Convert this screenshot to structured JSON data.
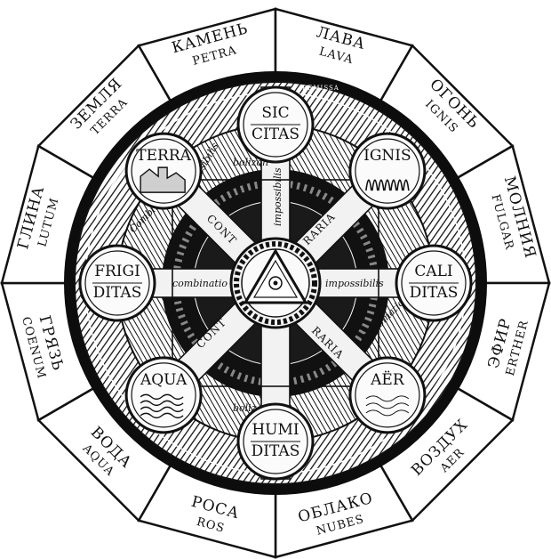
{
  "outer_segments": [
    {
      "id": "stone",
      "line1": "КАМЕНЬ",
      "line2": "PETRA"
    },
    {
      "id": "lava",
      "line1": "ЛАВА",
      "line2": "LAVA"
    },
    {
      "id": "fire",
      "line1": "ОГОНЬ",
      "line2": "IGNIS"
    },
    {
      "id": "lightning",
      "line1": "МОЛНИЯ",
      "line2": "FULGAR"
    },
    {
      "id": "ether",
      "line1": "ЭФИР",
      "line2": "ERTHER"
    },
    {
      "id": "air",
      "line1": "ВОЗДУХ",
      "line2": "AER"
    },
    {
      "id": "cloud",
      "line1": "ОБЛАКО",
      "line2": "NUBES"
    },
    {
      "id": "dew",
      "line1": "РОСА",
      "line2": "ROS"
    },
    {
      "id": "water",
      "line1": "ВОДА",
      "line2": "AQUA"
    },
    {
      "id": "mud",
      "line1": "ГРЯЗЬ",
      "line2": "COENUM"
    },
    {
      "id": "clay",
      "line1": "ГЛИНА",
      "line2": "LUTUM"
    },
    {
      "id": "earth",
      "line1": "ЗЕМЛЯ",
      "line2": "TERRA"
    }
  ],
  "medallions": [
    {
      "id": "sic",
      "line1": "SIC",
      "line2": "CITAS"
    },
    {
      "id": "ignis",
      "line1": "IGNIS",
      "line2": ""
    },
    {
      "id": "cali",
      "line1": "CALI",
      "line2": "DITAS"
    },
    {
      "id": "aer",
      "line1": "AËR",
      "line2": ""
    },
    {
      "id": "humi",
      "line1": "HUMI",
      "line2": "DITAS"
    },
    {
      "id": "aqua",
      "line1": "AQUA",
      "line2": ""
    },
    {
      "id": "frigi",
      "line1": "FRIGI",
      "line2": "DITAS"
    },
    {
      "id": "terra",
      "line1": "TERRA",
      "line2": ""
    }
  ],
  "bands": {
    "cont_top": "CONT",
    "raria_top": "RARIA",
    "cont_bottom": "CONT",
    "raria_bottom": "RARIA",
    "combinatio": "combinatio",
    "impossibilis": "impossibilis",
    "possibilis": "possibilis",
    "bolizan": "bolizan",
    "combinatio2": "Combinatio"
  },
  "ring_text": "REMISSA",
  "center_symbol": "eye-in-triangle-icon"
}
